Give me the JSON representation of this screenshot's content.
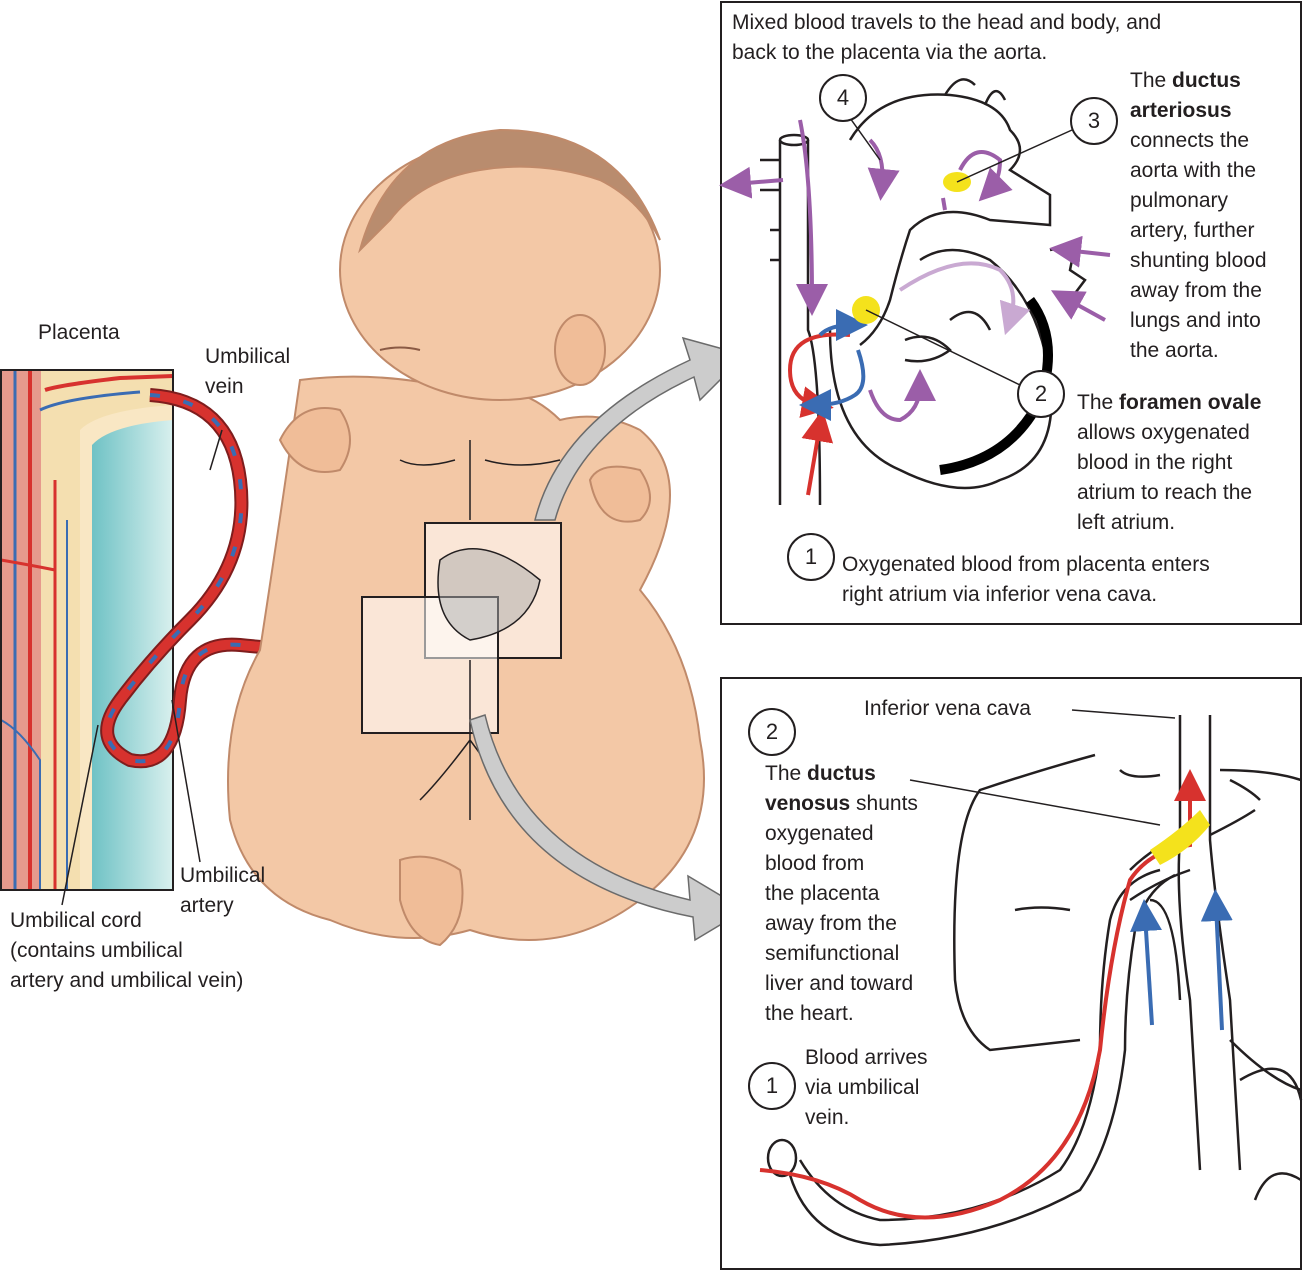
{
  "labels": {
    "placenta": "Placenta",
    "umbilical_vein": [
      "Umbilical",
      "vein"
    ],
    "umbilical_artery": [
      "Umbilical",
      "artery"
    ],
    "umbilical_cord": [
      "Umbilical cord",
      "(contains umbilical",
      "artery and umbilical vein)"
    ]
  },
  "heart_panel": {
    "top_note": [
      "Mixed blood travels to the head and body, and",
      "back to the placenta via the aorta."
    ],
    "step1": {
      "number": "1",
      "text": [
        "Oxygenated blood from placenta enters",
        "right atrium via inferior vena cava."
      ]
    },
    "step2": {
      "number": "2",
      "pre": "The ",
      "bold": "foramen ovale",
      "text": [
        "allows oxygenated",
        "blood in the right",
        "atrium to reach the",
        "left atrium."
      ]
    },
    "step3": {
      "number": "3",
      "pre": "The ",
      "bold": [
        "ductus",
        "arteriosus"
      ],
      "text": [
        "connects the",
        "aorta with the",
        "pulmonary",
        "artery, further",
        "shunting blood",
        "away from the",
        "lungs and into",
        "the aorta."
      ]
    },
    "step4": {
      "number": "4"
    }
  },
  "liver_panel": {
    "ivc_label": "Inferior vena cava",
    "step2": {
      "number": "2",
      "pre": "The ",
      "bold": [
        "ductus",
        "venosus"
      ],
      "after_bold": " shunts",
      "text": [
        "oxygenated",
        "blood from",
        "the placenta",
        "away from the",
        "semifunctional",
        "liver and toward",
        "the heart."
      ]
    },
    "step1": {
      "number": "1",
      "text": [
        "Blood arrives",
        "via umbilical",
        "vein."
      ]
    }
  },
  "colors": {
    "oxygenated": "#d7322e",
    "deoxygenated": "#3a6cb3",
    "mixed": "#9b5ea8",
    "shunt_highlight": "#f4e21c",
    "skin": "#f3c8a6",
    "hair": "#b98c6e",
    "placenta_fluid": "#8fd1d2"
  },
  "icons": [
    "arrow-icon",
    "heart-diagram",
    "liver-diagram",
    "fetus-illustration"
  ]
}
